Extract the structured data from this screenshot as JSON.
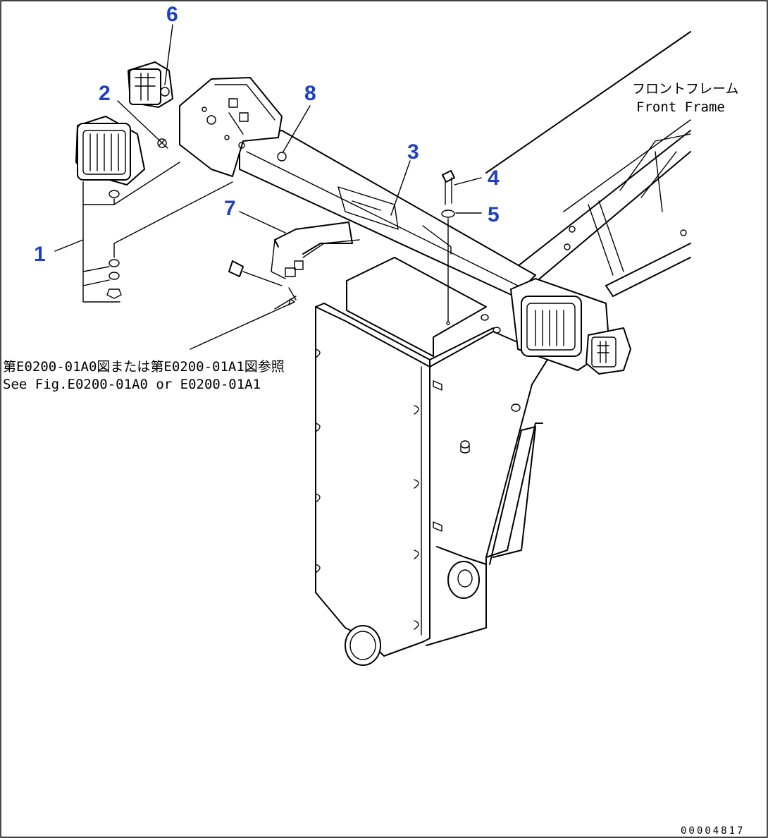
{
  "callouts": {
    "c1": "1",
    "c2": "2",
    "c3": "3",
    "c4": "4",
    "c5": "5",
    "c6": "6",
    "c7": "7",
    "c8": "8"
  },
  "frame_label": {
    "jp": "フロントフレーム",
    "en": "Front Frame"
  },
  "reference_note": {
    "jp": "第E0200-01A0図または第E0200-01A1図参照",
    "en": "See Fig.E0200-01A0 or E0200-01A1"
  },
  "drawing_number": "00004817"
}
